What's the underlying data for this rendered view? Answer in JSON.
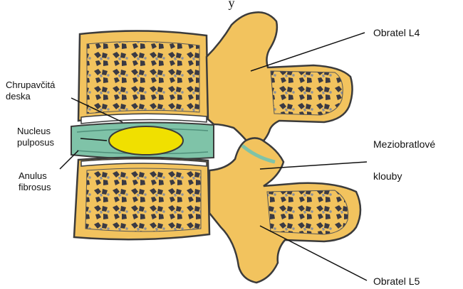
{
  "top_caption": "y",
  "labels": {
    "vertebra_l4": "Obratel L4",
    "cartilage_plate_line1": "Chrupavčitá",
    "cartilage_plate_line2": "deska",
    "nucleus_line1": "Nucleus",
    "nucleus_line2": "pulposus",
    "anulus_line1": "Anulus",
    "anulus_line2": "fibrosus",
    "facet_line1": "Meziobratlové",
    "facet_line2": "klouby",
    "vertebra_l5": "Obratel L5"
  },
  "colors": {
    "bone": "#f2c35e",
    "bone_dark": "#c99a3a",
    "outline": "#3b3b3b",
    "disc": "#7fc3a8",
    "nucleus": "#f0e000",
    "pore": "#3a3a44",
    "pore_gray": "#8a8f9a"
  }
}
